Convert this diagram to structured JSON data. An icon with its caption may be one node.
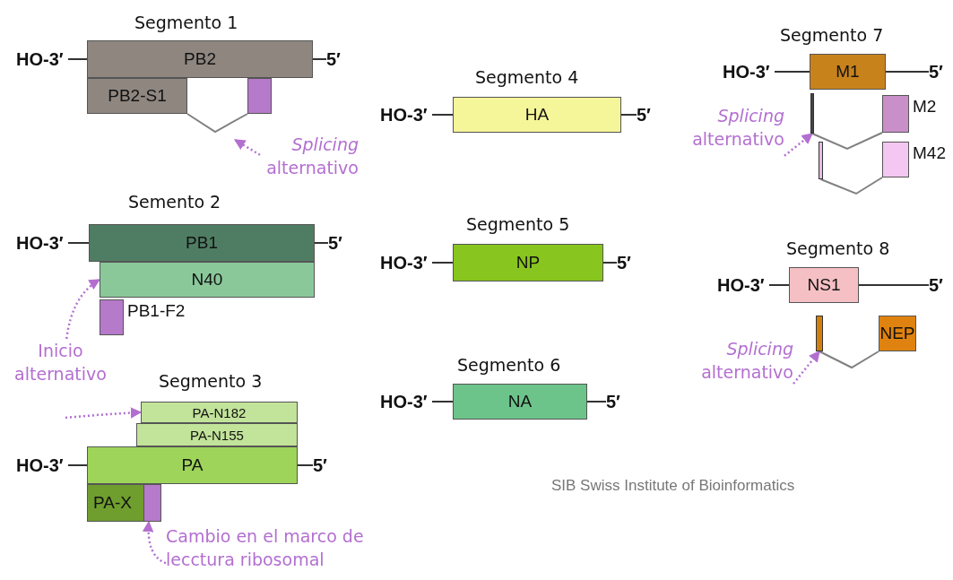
{
  "diagram": {
    "nodes": [
      {
        "text": [
          "PB2"
        ]
      },
      {
        "text": [
          "PB2-S1"
        ]
      },
      {
        "text": [],
        "shape": "box"
      },
      {
        "text": [
          "*Splicing* alternativo"
        ]
      },
      {
        "text": [
          "PB1"
        ]
      },
      {
        "text": [
          "N40"
        ]
      },
      {
        "text": [
          "PB1-F2"
        ]
      },
      {
        "text": [
          "Inicio alternativo"
        ]
      },
      {
        "text": [
          "PA-N182"
        ]
      },
      {
        "text": [
          "PA-N155"
        ]
      },
      {
        "text": [
          "PA"
        ]
      },
      {
        "text": [
          "PA-X"
        ]
      },
      {
        "text": [],
        "shape": "box",
        "in": 11
      },
      {
        "text": [
          "Cambio en el marco de lecctura ribosomal"
        ]
      },
      {
        "text": [
          "HA"
        ]
      },
      {
        "text": [
          "NP"
        ]
      },
      {
        "text": [
          "NA"
        ]
      },
      {
        "text": [
          "M1"
        ]
      },
      {
        "text": [],
        "shape": "bar"
      },
      {
        "text": [
          "M2"
        ]
      },
      {
        "text": [],
        "shape": "bar"
      },
      {
        "text": [
          "M42"
        ]
      },
      {
        "text": [
          "*Splicing* alternativo"
        ]
      },
      {
        "text": [
          "NS1"
        ]
      },
      {
        "text": [],
        "shape": "bar"
      },
      {
        "text": [
          "NEP"
        ]
      },
      {
        "text": [
          "*Splicing* alternativo"
        ]
      },
      {
        "text": [
          "HO-3′"
        ]
      },
      {
        "text": [
          "5′"
        ]
      },
      {
        "text": [
          "HO-3′"
        ]
      },
      {
        "text": [
          "5′"
        ]
      },
      {
        "text": [
          "HO-3′"
        ]
      },
      {
        "text": [
          "5′"
        ]
      },
      {
        "text": [
          "HO-3′"
        ]
      },
      {
        "text": [
          "5′"
        ]
      },
      {
        "text": [
          "HO-3′"
        ]
      },
      {
        "text": [
          "5′"
        ]
      },
      {
        "text": [
          "HO-3′"
        ]
      },
      {
        "text": [
          "5′"
        ]
      },
      {
        "text": [
          "HO-3′"
        ]
      },
      {
        "text": [
          "5′"
        ]
      },
      {
        "text": [
          "HO-3′"
        ]
      },
      {
        "text": [
          "5′"
        ]
      }
    ],
    "edges": [
      {
        "from": 1,
        "to": 2,
        "arrow": "none",
        "color": "#808080"
      },
      {
        "from": 3,
        "to": null,
        "arrow": "to",
        "style": "dashed",
        "color": "#b36fd0"
      },
      {
        "from": 7,
        "to": 5,
        "arrow": "to",
        "style": "dashed",
        "color": "#b36fd0"
      },
      {
        "from": null,
        "to": 8,
        "arrow": "to",
        "style": "dashed",
        "color": "#b36fd0"
      },
      {
        "from": 13,
        "to": 12,
        "arrow": "to",
        "style": "dashed",
        "color": "#b36fd0"
      },
      {
        "from": 18,
        "to": 19,
        "arrow": "none",
        "color": "#808080"
      },
      {
        "from": 20,
        "to": 21,
        "arrow": "none",
        "color": "#808080"
      },
      {
        "from": 22,
        "to": 18,
        "arrow": "to",
        "style": "dashed",
        "color": "#b36fd0"
      },
      {
        "from": 24,
        "to": 25,
        "arrow": "none",
        "color": "#808080"
      },
      {
        "from": 26,
        "to": 24,
        "arrow": "to",
        "style": "dashed",
        "color": "#b36fd0"
      },
      {
        "from": 27,
        "to": 0,
        "arrow": "none"
      },
      {
        "from": 0,
        "to": 28,
        "arrow": "none"
      },
      {
        "from": 29,
        "to": 4,
        "arrow": "none"
      },
      {
        "from": 4,
        "to": 30,
        "arrow": "none"
      },
      {
        "from": 31,
        "to": 10,
        "arrow": "none"
      },
      {
        "from": 10,
        "to": 32,
        "arrow": "none"
      },
      {
        "from": 33,
        "to": 14,
        "arrow": "none"
      },
      {
        "from": 14,
        "to": 34,
        "arrow": "none"
      },
      {
        "from": 35,
        "to": 15,
        "arrow": "none"
      },
      {
        "from": 15,
        "to": 36,
        "arrow": "none"
      },
      {
        "from": 37,
        "to": 16,
        "arrow": "none"
      },
      {
        "from": 16,
        "to": 38,
        "arrow": "none"
      },
      {
        "from": 39,
        "to": 17,
        "arrow": "none"
      },
      {
        "from": 17,
        "to": 40,
        "arrow": "none"
      },
      {
        "from": 41,
        "to": 23,
        "arrow": "none"
      },
      {
        "from": 23,
        "to": 42,
        "arrow": "none"
      }
    ],
    "labels": [
      "Segmento 1",
      "Semento 2",
      "Segmento 3",
      "Segmento 4",
      "Segmento 5",
      "Segmento 6",
      "Segmento 7",
      "Segmento 8",
      "SIB Swiss Institute of Bioinformatics"
    ]
  }
}
